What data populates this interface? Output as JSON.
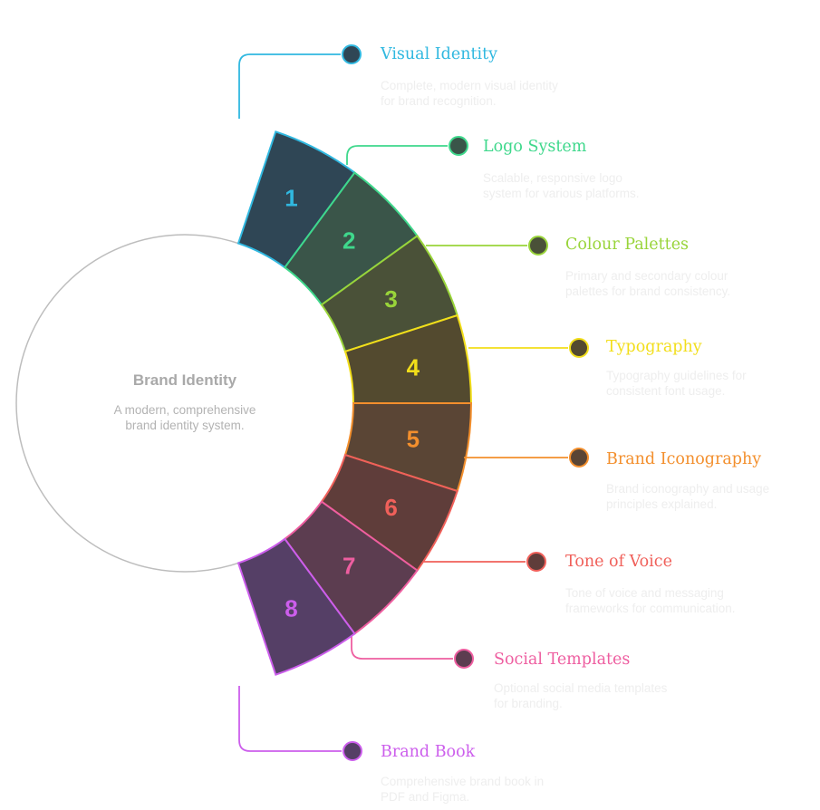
{
  "center": {
    "title": "Brand Identity",
    "description": "A modern, comprehensive brand identity system."
  },
  "steps": [
    {
      "number": "1",
      "title": "Visual Identity",
      "description": "Complete, modern visual identity for brand recognition.",
      "accent": "#30b8e0",
      "fill": "#2f4655"
    },
    {
      "number": "2",
      "title": "Logo System",
      "description": "Scalable, responsive logo system for various platforms.",
      "accent": "#3fd88c",
      "fill": "#3a5549"
    },
    {
      "number": "3",
      "title": "Colour Palettes",
      "description": "Primary and secondary colour palettes for brand consistency.",
      "accent": "#99d43a",
      "fill": "#4a5138"
    },
    {
      "number": "4",
      "title": "Typography",
      "description": "Typography guidelines for consistent font usage.",
      "accent": "#f2de1a",
      "fill": "#534a2f"
    },
    {
      "number": "5",
      "title": "Brand Iconography",
      "description": "Brand iconography and usage principles explained.",
      "accent": "#f38f2d",
      "fill": "#5a4535"
    },
    {
      "number": "6",
      "title": "Tone of Voice",
      "description": "Tone of voice and messaging frameworks for communication.",
      "accent": "#f0605a",
      "fill": "#5f3d3a"
    },
    {
      "number": "7",
      "title": "Social Templates",
      "description": "Optional social media templates for branding.",
      "accent": "#ee5ea0",
      "fill": "#5c3d50"
    },
    {
      "number": "8",
      "title": "Brand Book",
      "description": "Comprehensive brand book in PDF and Figma.",
      "accent": "#cc5eec",
      "fill": "#553f66"
    }
  ]
}
